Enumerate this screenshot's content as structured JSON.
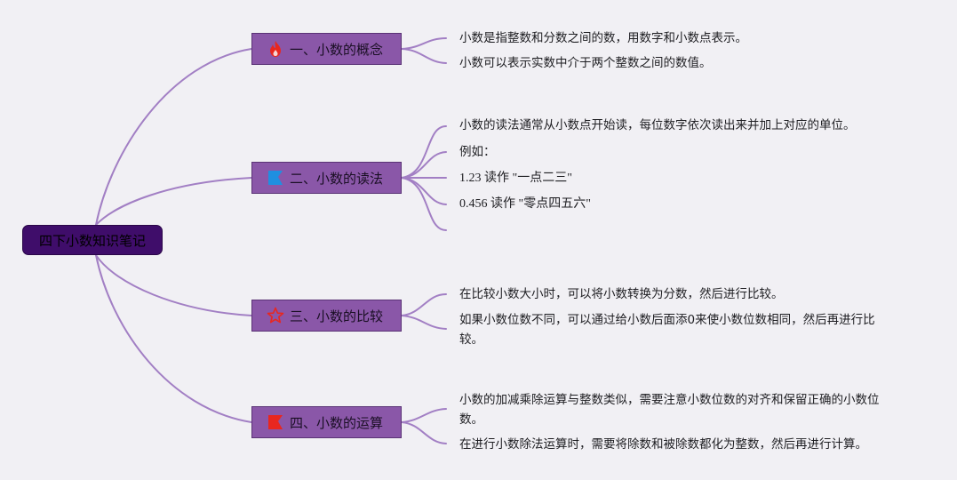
{
  "root": {
    "title": "四下小数知识笔记"
  },
  "branches": [
    {
      "title": "一、小数的概念",
      "icon": "fire-icon",
      "items": [
        "小数是指整数和分数之间的数，用数字和小数点表示。",
        "小数可以表示实数中介于两个整数之间的数值。"
      ]
    },
    {
      "title": "二、小数的读法",
      "icon": "blue-flag-icon",
      "items": [
        "小数的读法通常从小数点开始读，每位数字依次读出来并加上对应的单位。",
        "例如：",
        "1.23 读作 \"一点二三\"",
        "0.456 读作 \"零点四五六\"",
        ""
      ]
    },
    {
      "title": "三、小数的比较",
      "icon": "star-outline-icon",
      "items": [
        "在比较小数大小时，可以将小数转换为分数，然后进行比较。",
        "如果小数位数不同，可以通过给小数后面添0来使小数位数相同，然后再进行比较。"
      ]
    },
    {
      "title": "四、小数的运算",
      "icon": "red-flag-icon",
      "items": [
        "小数的加减乘除运算与整数类似，需要注意小数位数的对齐和保留正确的小数位数。",
        "在进行小数除法运算时，需要将除数和被除数都化为整数，然后再进行计算。"
      ]
    }
  ],
  "colors": {
    "background": "#f1f0f4",
    "connector": "#a27fc4",
    "root_fill": "#3f0d6a",
    "branch_fill": "#8a57a8"
  }
}
